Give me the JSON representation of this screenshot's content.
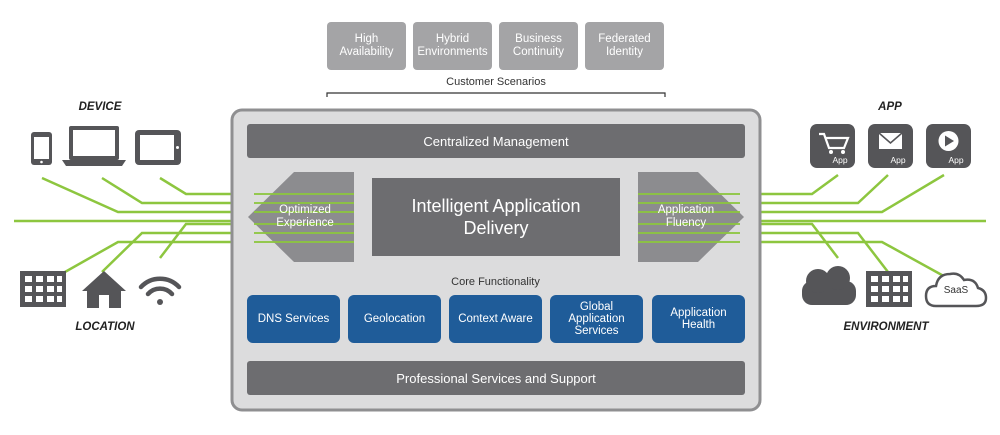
{
  "scenarios": {
    "items": [
      "High\nAvailability",
      "Hybrid\nEnvironments",
      "Business\nContinuity",
      "Federated\nIdentity"
    ],
    "caption": "Customer Scenarios"
  },
  "platform": {
    "management": "Centralized Management",
    "core": "Intelligent Application\nDelivery",
    "left_arrow": "Optimized\nExperience",
    "right_arrow": "Application\nFluency",
    "core_caption": "Core Functionality",
    "services": [
      "DNS Services",
      "Geolocation",
      "Context Aware",
      "Global\nApplication\nServices",
      "Application\nHealth"
    ],
    "support": "Professional Services and Support"
  },
  "left": {
    "top_label": "DEVICE",
    "bottom_label": "LOCATION"
  },
  "right": {
    "top_label": "APP",
    "bottom_label": "ENVIRONMENT",
    "app_badge": "App",
    "saas_label": "SaaS"
  },
  "colors": {
    "green": "#8dc63f",
    "dark_gray": "#555558",
    "mid_gray": "#6d6d70",
    "light_gray": "#a4a4a6",
    "blue": "#1f5c99"
  },
  "icons": {
    "devices": [
      "phone-icon",
      "laptop-icon",
      "tablet-icon"
    ],
    "locations": [
      "building-icon",
      "house-icon",
      "wifi-icon"
    ],
    "apps": [
      "shopping-cart-icon",
      "mail-icon",
      "play-icon"
    ],
    "environments": [
      "cloud-icon",
      "building-icon",
      "saas-cloud-icon"
    ]
  }
}
